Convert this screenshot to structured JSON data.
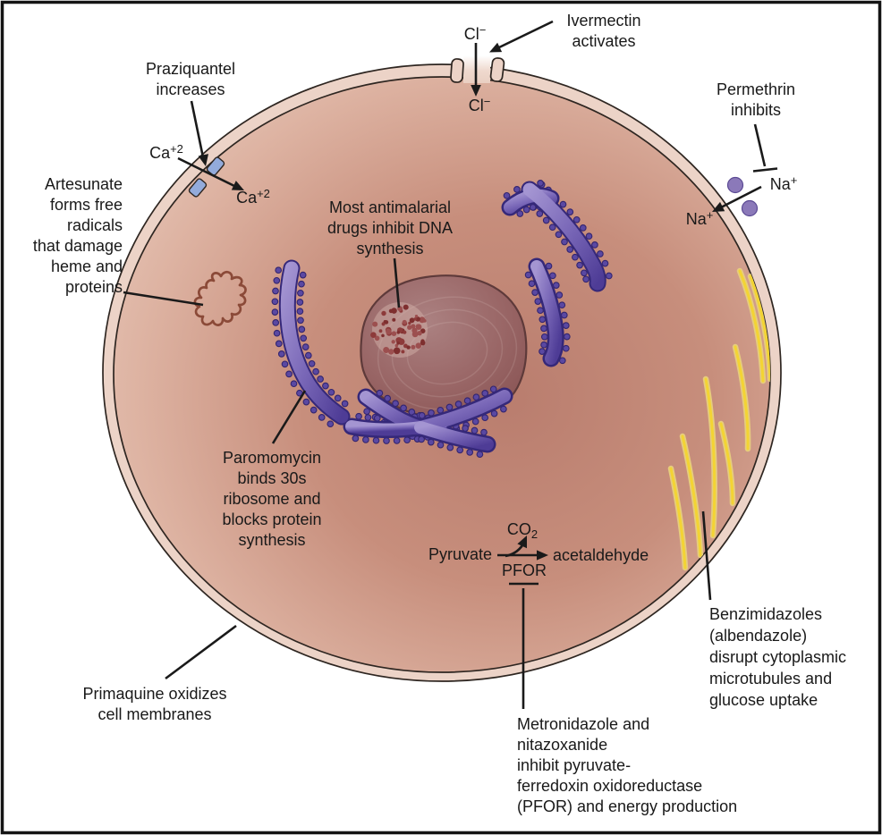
{
  "figure": {
    "type": "cell-drug-mechanism-diagram",
    "subject": "Antiparasitic drug mechanisms acting on a parasite cell"
  },
  "labels": {
    "ivermectin": "Ivermectin\nactivates",
    "praziquantel": "Praziquantel\nincreases",
    "permethrin": "Permethrin\ninhibits",
    "artesunate": "Artesunate\nforms free\nradicals\nthat damage\nheme and\nproteins",
    "antimalarial": "Most antimalarial\ndrugs inhibit DNA\nsynthesis",
    "paromomycin": "Paromomycin\nbinds 30s\nribosome and\nblocks protein\nsynthesis",
    "primaquine": "Primaquine oxidizes\ncell membranes",
    "metronidazole": "Metronidazole and\nnitazoxanide\ninhibit pyruvate-\nferredoxin oxidoreductase\n(PFOR) and energy production",
    "benzimidazoles": "Benzimidazoles\n(albendazole)\ndisrupt cytoplasmic\nmicrotubules and\nglucose uptake",
    "pyruvate": "Pyruvate",
    "acetaldehyde": "acetaldehyde",
    "pfor": "PFOR"
  },
  "ions": {
    "cl_out": {
      "base": "Cl",
      "sup": "−"
    },
    "cl_in": {
      "base": "Cl",
      "sup": "−"
    },
    "ca_out": {
      "base": "Ca",
      "sup": "+2"
    },
    "ca_in": {
      "base": "Ca",
      "sup": "+2"
    },
    "na_out": {
      "base": "Na",
      "sup": "+"
    },
    "na_in": {
      "base": "Na",
      "sup": "+"
    },
    "co2": {
      "base": "CO",
      "sub": "2"
    }
  },
  "colors": {
    "background": "#ffffff",
    "frame": "#141414",
    "line": "#1a1a1a",
    "membrane_fill": "#ecd3c7",
    "membrane_stroke": "#2e2621",
    "cytoplasm_light": "#eed7ca",
    "cytoplasm_dark": "#b97d6e",
    "nucleus_light": "#ab8181",
    "nucleus_dark": "#845050",
    "nucleus_stroke": "#5e3a3a",
    "nucleolus_dot": "#8d3a3a",
    "er_light": "#a495d2",
    "er_dark": "#4e3c96",
    "er_stroke": "#352879",
    "ribosome": "#5a48a2",
    "microtubule_pale": "#e6cc7e",
    "microtubule_core": "#f3d433",
    "calcium_channel": "#93abdb",
    "sodium_dot": "#8b79b9",
    "heme": "#8b4a38"
  }
}
